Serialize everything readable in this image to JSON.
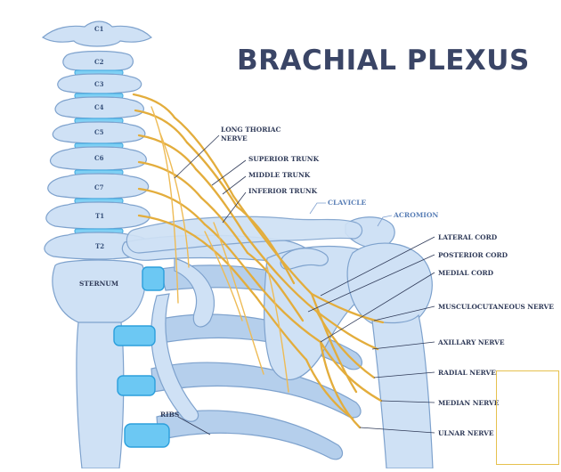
{
  "title": "BRACHIAL PLEXUS",
  "vertebrae": [
    "C1",
    "C2",
    "C3",
    "C4",
    "C5",
    "C6",
    "C7",
    "T1",
    "T2"
  ],
  "labels": {
    "long_thoracic_nerve_line1": "LONG THORIAC",
    "long_thoracic_nerve_line2": "NERVE",
    "superior_trunk": "SUPERIOR TRUNK",
    "middle_trunk": "MIDDLE TRUNK",
    "inferior_trunk": "INFERIOR TRUNK",
    "clavicle": "CLAVICLE",
    "acromion": "ACROMION",
    "lateral_cord": "LATERAL CORD",
    "posterior_cord": "POSTERIOR CORD",
    "medial_cord": "MEDIAL CORD",
    "musculocutaneous_nerve": "MUSCULOCUTANEOUS NERVE",
    "axillary_nerve": "AXILLARY NERVE",
    "radial_nerve": "RADIAL NERVE",
    "median_nerve": "MEDIAN NERVE",
    "ulnar_nerve": "ULNAR NERVE",
    "sternum": "STERNUM",
    "ribs": "RIBS"
  },
  "colors": {
    "bone": "#cfe1f5",
    "bone_outline": "#7ea2cd",
    "cartilage": "#6cc8f3",
    "nerve": "#e3ad3c",
    "title": "#3a4566",
    "label_dark": "#2f3a58",
    "label_blue": "#5a7fb6"
  }
}
